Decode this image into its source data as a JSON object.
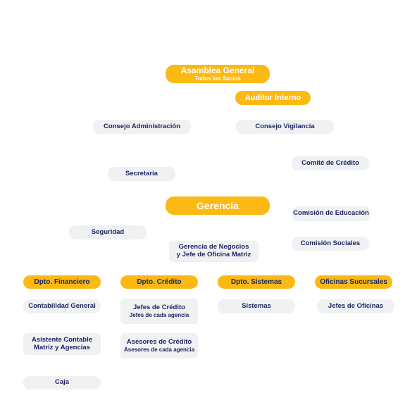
{
  "org_chart": {
    "asamblea": {
      "title": "Asamblea General",
      "subtitle": "Todos los Socios"
    },
    "auditor": "Auditor Interno",
    "consejo_admin": "Consejo Administración",
    "consejo_vigilancia": "Consejo Vigilancia",
    "comite_credito": "Comité de Crédito",
    "secretaria": "Secretaria",
    "gerencia": "Gerencia",
    "comision_educacion": "Comisión de Educación",
    "seguridad": "Seguridad",
    "gerencia_negocios": {
      "line1": "Gerencia de Negocios",
      "line2": "y Jefe de Oficina Matriz"
    },
    "comision_sociales": "Comisión Sociales",
    "departments": {
      "financiero": "Dpto. Financiero",
      "credito": "Dpto. Crédito",
      "sistemas": "Dpto. Sistemas",
      "sucursales": "Oficinas Sucursales"
    },
    "contabilidad": "Contabilidad General",
    "jefes_credito": {
      "title": "Jefes de Crédito",
      "subtitle": "Jefes de cada agencia"
    },
    "sistemas": "Sistemas",
    "jefes_oficinas": "Jefes de Oficinas",
    "asistente": {
      "line1": "Asistente Contable",
      "line2": "Matriz y Agencias"
    },
    "asesores": {
      "title": "Asesores de Crédito",
      "subtitle": "Asesores de cada agencia"
    },
    "caja": "Caja"
  },
  "colors": {
    "accent": "#fdb913",
    "box": "#f0f1f3",
    "text": "#1e2460"
  }
}
